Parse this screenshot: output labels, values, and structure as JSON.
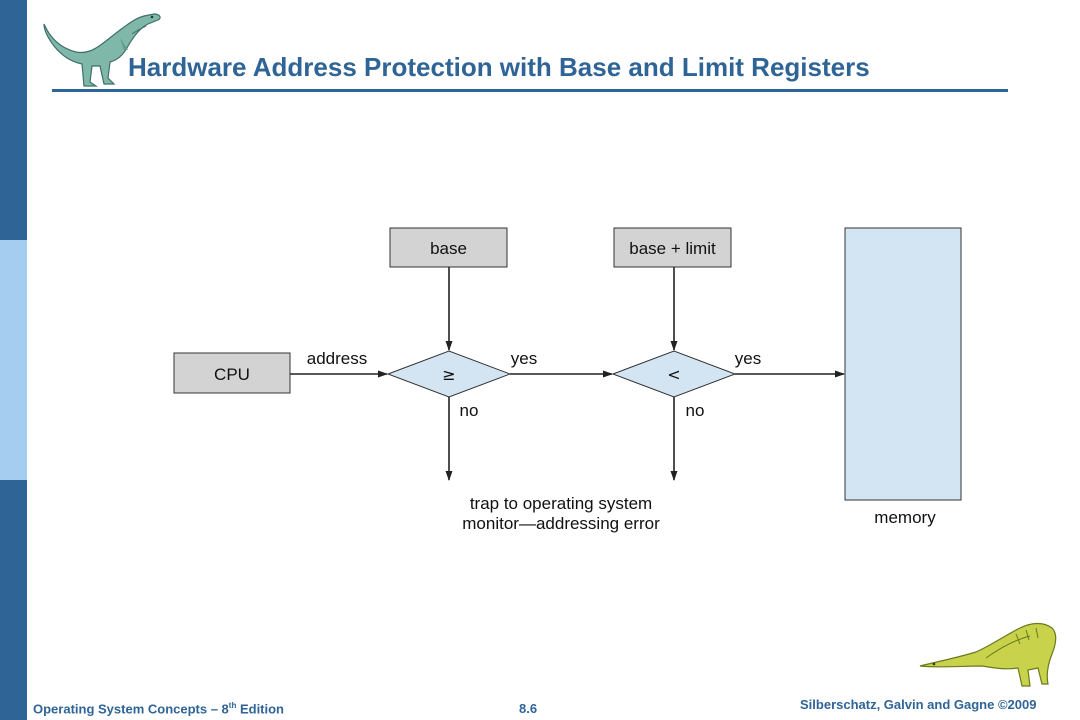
{
  "slide": {
    "title": "Hardware Address Protection with Base and Limit Registers",
    "accent_color": "#2f6496",
    "sidebar_light_color": "#a4cdef"
  },
  "diagram": {
    "base_label": "base",
    "base_limit_label": "base + limit",
    "cpu_label": "CPU",
    "address_label": "address",
    "compare1_symbol": "≥",
    "compare2_symbol": "<",
    "yes1_label": "yes",
    "yes2_label": "yes",
    "no1_label": "no",
    "no2_label": "no",
    "trap_line1": "trap to operating system",
    "trap_line2": "monitor—addressing error",
    "memory_label": "memory",
    "register_fill": "#d3d3d3",
    "decision_fill": "#d3e5f2",
    "memory_fill": "#d3e5f2"
  },
  "footer": {
    "left_prefix": "Operating System Concepts – 8",
    "left_sup": "th",
    "left_suffix": " Edition",
    "page_number": "8.6",
    "copyright": "Silberschatz, Galvin and Gagne ©2009"
  },
  "icons": {
    "top_logo": "dinosaur-icon",
    "bottom_logo": "dinosaur-icon"
  }
}
